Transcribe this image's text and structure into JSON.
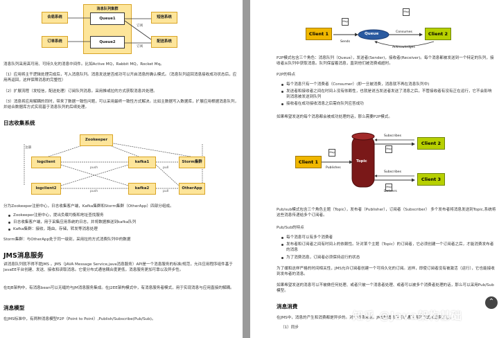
{
  "left": {
    "diag1": {
      "cluster": "消息队列集群",
      "q1": "Queue1",
      "q2": "Queue2",
      "order1": "合肩系统",
      "order2": "订单系统",
      "sms": "短信系统",
      "dist": "配送系统",
      "edge1": "订阅",
      "edge2": "订阅"
    },
    "p1": "消息队列采用高可用、可持久化的消息中间件。比如Active MQ，Rabbit MQ，Rocket Mq。",
    "p2": "（1）应用将主干逻辑处理完成后，写入消息队列。消息发送是否成功可以开启消息的确认模式。（消息队列返回消息接收成功状态后，应用再返回，这样保障消息的完整性）",
    "p3": "（2）扩展流程（发短信，配送处理）订阅队列消息。采用推或拉的方式获取消息并处理。",
    "p4": "（3）消息将应用解耦的同时，带来了数据一致性问题，可以采用最终一致性方式解决。比如主数据写入数据库，扩展应用根据消息队列，并结合数据库方式实现基于消息队列的后续处理。",
    "h_log": "日志收集系统",
    "diag2": {
      "zk": "Zookeeper",
      "lc1": "logclient",
      "lc2": "logclient2",
      "k1": "kafka1",
      "k2": "kafka2",
      "storm": "Storm集群",
      "other": "OtherApp",
      "reg": "注册",
      "push": "push",
      "pull": "pull"
    },
    "p5": "分为Zookeeper注册中心，日志收集客户端，Kafka集群和Storm集群（OtherApp）四部分组成。",
    "b1": "Zookeeper注册中心，提出负载均衡和地址查找服务",
    "b2": "日志收集客户端，用于采集应用系统的日志，并将数据推送到kafka队列",
    "b3": "Kafka集群：接收，路由，存储，转发等消息处理",
    "p6": "Storm集群：与OtherApp处于同一级别，采用拉的方式消费队列中的数据",
    "h_jms": "JMS消息服务",
    "p7": "讲消息队列就不得不提JMS 。JMS（JAVA Message Service,java消息服务）API是一个消息服务的标准/规范，允许应用程序组件基于JavaEE平台创建、发送、接收和读取消息。它使分布式通信耦合度更低，消息服务更加可靠以及异步性。",
    "p8": "在EJB架构中，有消息bean可以无缝的与JM消息服务集成。在J2EE架构模式中，有消息服务者模式，用于实现消息与应用直接的解耦。",
    "h_model": "消息模型",
    "p9": "在JMS标准中，有两种消息模型P2P（Point to Point）,Publish/Subscribe(Pub/Sub)。"
  },
  "right": {
    "diag1": {
      "client1": "Client 1",
      "client2": "Client 2",
      "queue": "Queue",
      "sends": "Sends",
      "consumes": "Consumes",
      "ack": "Acknowledges",
      "msg": "Msg"
    },
    "p1": "P2P模式包含三个角色：消息队列（Queue），发送者(Sender)，接收者(Receiver)。每个消息都被发送到一个特定的队列，接收者从队列中获取消息。队列保留着消息，直到他们被消费或超时。",
    "h_p2p": "P2P的特点",
    "b1": "每个消息只有一个消费者（Consumer）(即一旦被消费，消息就不再在消息队列中)",
    "b2": "发送者和接收者之间在时间上没有依赖性，也就是说当发送者发送了消息之后，不管接收者有没有正在运行，它不会影响到消息被发送到队列",
    "b3": "接收者在成功接收消息之后需向队列应答成功",
    "p2": "如果希望发送的每个消息都会被成功处理的话，那么需要P2P模式。",
    "diag2": {
      "client1": "Client 1",
      "client2": "Client 2",
      "client3": "Client 3",
      "topic": "Topic",
      "publishes": "Publishes",
      "subscribes": "Subscribes",
      "delivers": "Delivers",
      "msg": "Msg"
    },
    "p3": "Pub/sub模式包含三个角色主题（Topic），发布者（Publisher），订阅者（Subscriber） 多个发布者将消息发送到Topic,系统将这些消息传递给多个订阅者。",
    "h_pubsub": "Pub/Sub的特点",
    "b4": "每个消息可以有多个消费者",
    "b5": "发布者和订阅者之间有时间上的依赖性。针对某个主题（Topic）的订阅者，它必须创建一个订阅者之后，才能消费发布者的消息",
    "b6": "为了消费消息，订阅者必须保持运行的状态",
    "p4": "为了缓和这样严格的时间相关性，JMS允许订阅者创建一个可持久化的订阅。这样，即使订阅者没有被激活（运行），它也能接收到发布者的消息。",
    "p5": "如果希望发送的消息可以不被做任何处理、或者只被一个消息者处理、或者可以被多个消费者处理的话，那么可以采用Pub/Sub模型。",
    "h_consume": "消息消费",
    "p6": "在JMS中，消息的产生和消费都是异步的。对于消费来说，JMS的消息者可以通过两种方式来消费消息。",
    "p7": "（1）同步",
    "watermark": "知乎 @Java架构基础"
  }
}
